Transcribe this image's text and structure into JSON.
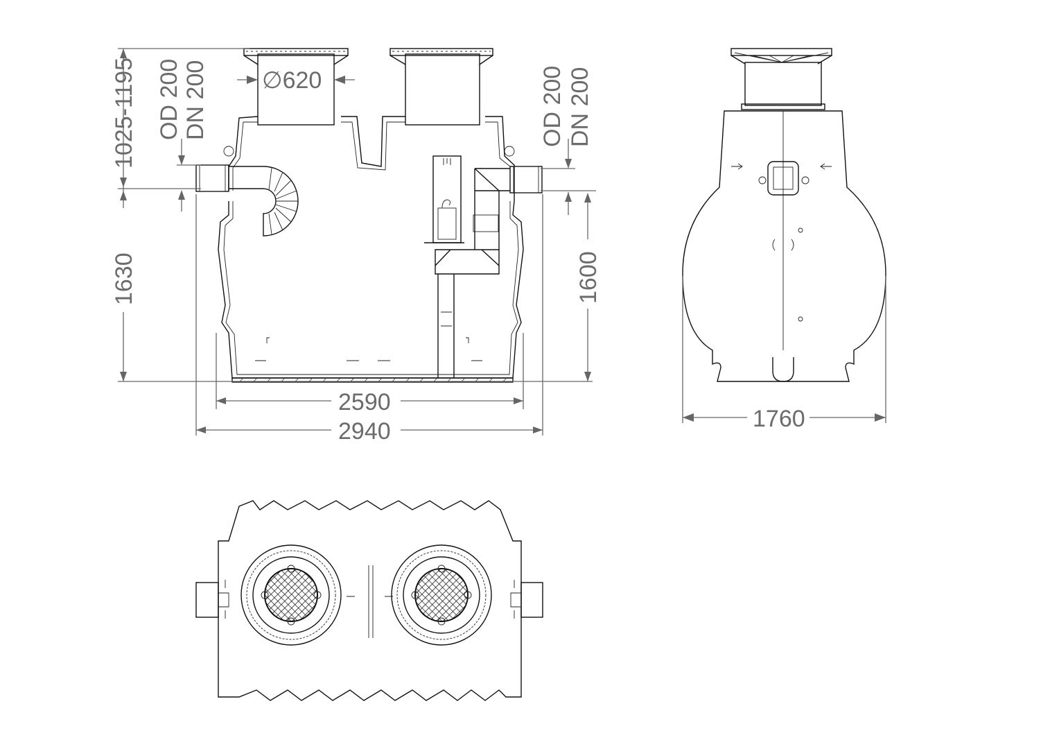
{
  "drawing": {
    "front_view": {
      "height_upper": "1025-1195",
      "inlet_od": "OD 200",
      "inlet_dn": "DN 200",
      "shaft_diameter": "∅620",
      "outlet_od": "OD 200",
      "outlet_dn": "DN 200",
      "inlet_height": "1630",
      "outlet_height": "1600",
      "inner_length": "2590",
      "total_length": "2940"
    },
    "side_view": {
      "width": "1760"
    }
  }
}
